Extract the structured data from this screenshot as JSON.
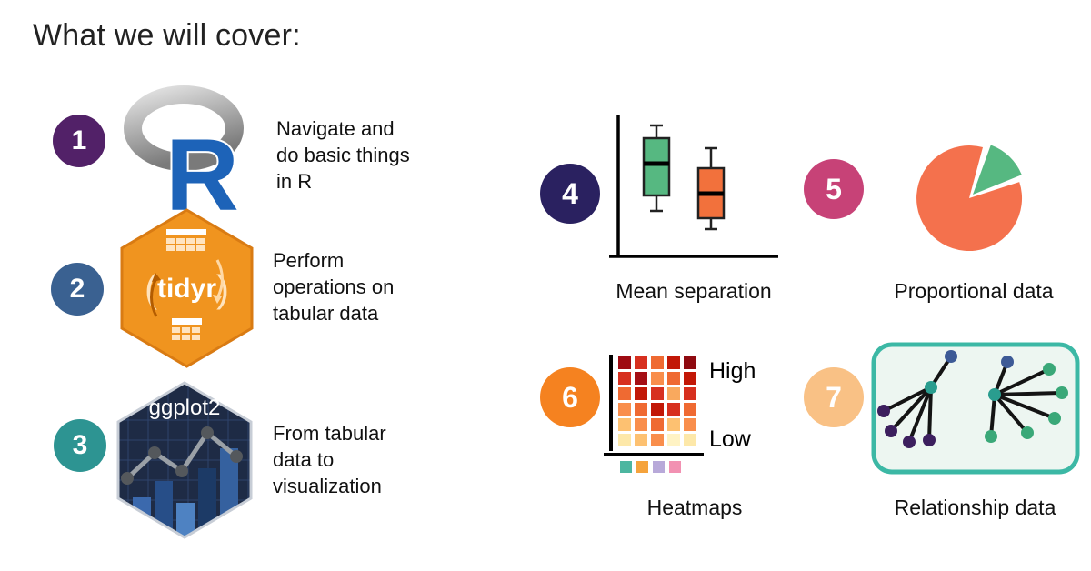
{
  "title": "What we will cover:",
  "topics": [
    {
      "number": "1",
      "lines": [
        "Navigate and",
        "do basic things",
        "in R"
      ]
    },
    {
      "number": "2",
      "lines": [
        "Perform",
        "operations on",
        "tabular data"
      ]
    },
    {
      "number": "3",
      "lines": [
        "From tabular",
        "data to",
        "visualization"
      ]
    },
    {
      "number": "4",
      "caption": "Mean separation"
    },
    {
      "number": "5",
      "caption": "Proportional data"
    },
    {
      "number": "6",
      "caption": "Heatmaps"
    },
    {
      "number": "7",
      "caption": "Relationship data"
    }
  ],
  "logos": {
    "r_letter": "R",
    "tidyr_label": "tidyr",
    "tidyr_paren_left": "(",
    "tidyr_paren_right": ")",
    "ggplot2_label": "ggplot2"
  },
  "heatmap": {
    "high_label": "High",
    "low_label": "Low",
    "cells": [
      [
        "#9e0b12",
        "#d7301f",
        "#ef6a32",
        "#c21807",
        "#8f0a10"
      ],
      [
        "#d7301f",
        "#a50f15",
        "#f98e4c",
        "#ef6a32",
        "#c21807"
      ],
      [
        "#ef6a32",
        "#c21807",
        "#d7301f",
        "#f9a95e",
        "#d7301f"
      ],
      [
        "#f98e4c",
        "#ef6a32",
        "#c21807",
        "#d7301f",
        "#ef6a32"
      ],
      [
        "#fdc171",
        "#f98e4c",
        "#ef6a32",
        "#fdc171",
        "#f98e4c"
      ],
      [
        "#fde8a9",
        "#fdc171",
        "#f98e4c",
        "#fff3c4",
        "#fde8a9"
      ]
    ],
    "annotation_colors": [
      "#4db6a0",
      "#f5a33c",
      "#b8a9d9",
      "#f291b2"
    ]
  },
  "ggplot": {
    "bar_colors": [
      "#3b69ad",
      "#274e88",
      "#4e82c2",
      "#1c3a66",
      "#35619f"
    ]
  },
  "colors": {
    "badge_1": "#522168",
    "badge_2": "#3a6191",
    "badge_3": "#2d9492",
    "badge_4": "#2a2160",
    "badge_5": "#c74277",
    "badge_6": "#f58220",
    "badge_7": "#f9c185",
    "box_green": "#56b881",
    "box_orange": "#f2713c",
    "pie_main": "#f4714d",
    "pie_slice": "#56b881",
    "net_border": "#3cb8a5",
    "net_bg": "#edf6f1",
    "net_edge": "#141414",
    "node_purple": "#3c1f5e",
    "node_navy": "#3d5a96",
    "node_teal": "#2a9d8f",
    "node_green": "#3aa878",
    "r_blue": "#1d63b8",
    "ring_light": "#e0e0e0",
    "ring_dark": "#7a7a7a",
    "tidyr_fill": "#f0941f",
    "tidyr_border": "#d97b13",
    "tidyr_accent": "#ffe3bd",
    "tidyr_table": "#ffe4c0",
    "ggplot_fill": "#1e2b45",
    "ggplot_border": "#c7cdd6",
    "ggplot_grid": "#334a75",
    "ggplot_line": "#9aa0a6",
    "ggplot_dot": "#54585c",
    "axis_black": "#000000"
  }
}
